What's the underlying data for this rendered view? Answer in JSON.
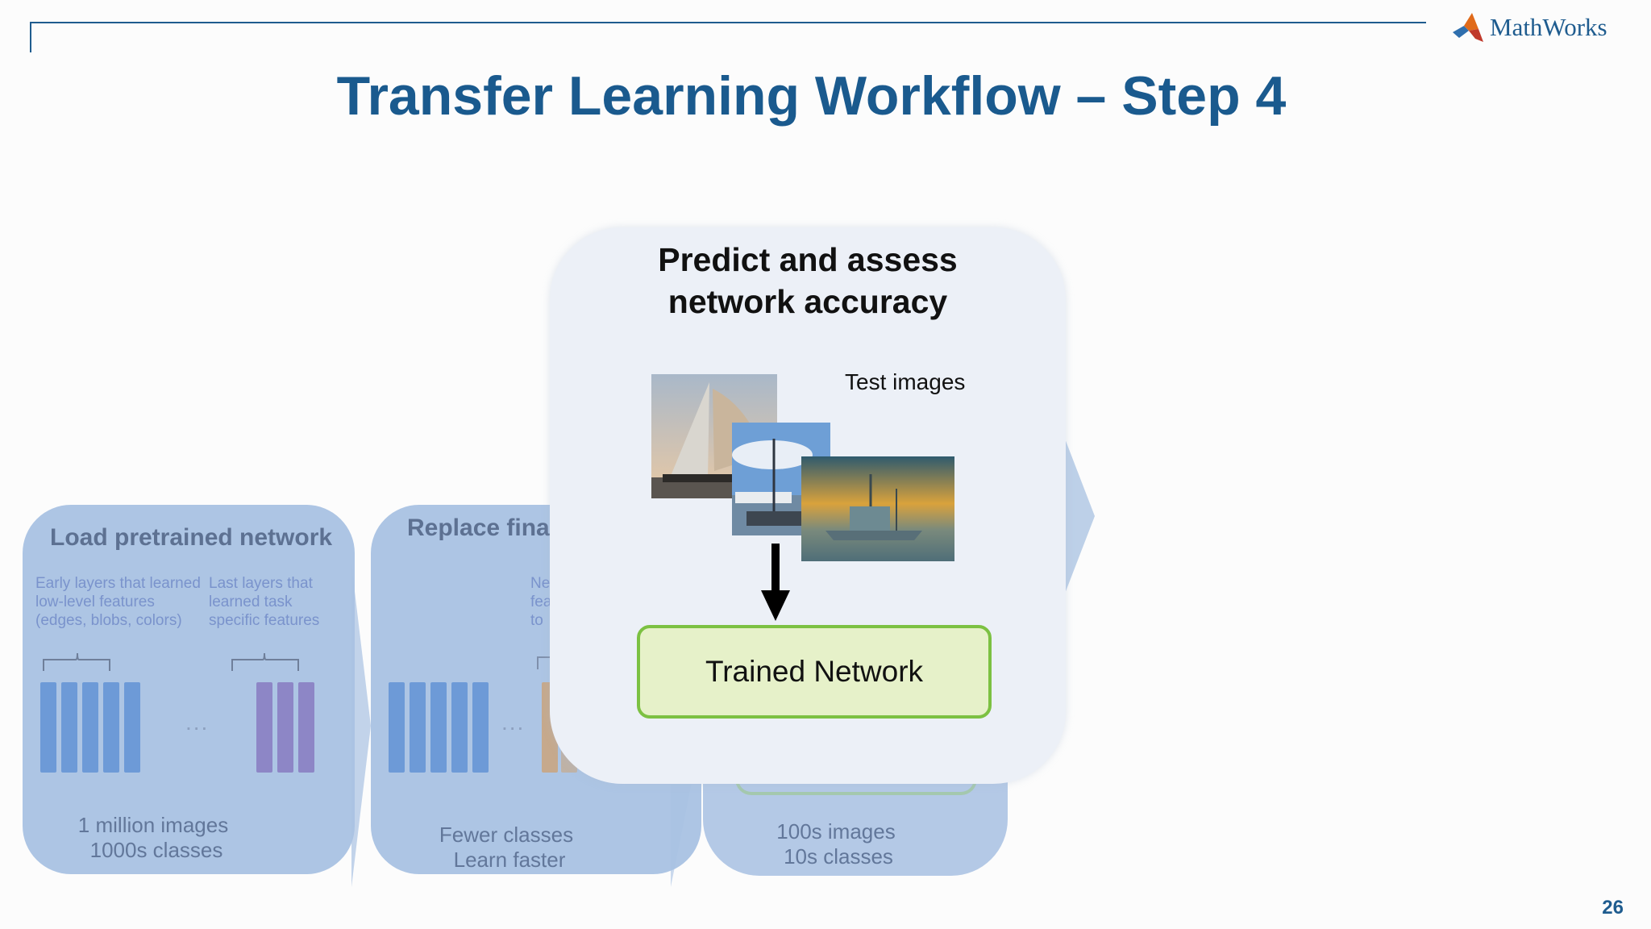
{
  "brand": {
    "logo_text": "MathWorks",
    "accent": "#1a5a8e"
  },
  "slide": {
    "title": "Transfer Learning Workflow – Step 4",
    "number": "26"
  },
  "panel1": {
    "title": "Load pretrained network",
    "early_layers": "Early layers that learned low-level features (edges, blobs, colors)",
    "last_layers": "Last layers that learned task specific features",
    "ellipsis": "...",
    "caption_line1": "1 million images",
    "caption_line2": "1000s classes"
  },
  "panel2": {
    "title": "Replace fina",
    "partial_text": "Ne fea to",
    "ellipsis": "...",
    "caption_line1": "Fewer classes",
    "caption_line2": "Learn faster"
  },
  "panel3": {
    "caption_line1": "100s images",
    "caption_line2": "10s classes"
  },
  "front": {
    "title_line1": "Predict and assess",
    "title_line2": "network accuracy",
    "test_images_label": "Test images",
    "trained_network_label": "Trained Network",
    "accent_green": "#7cc142"
  }
}
